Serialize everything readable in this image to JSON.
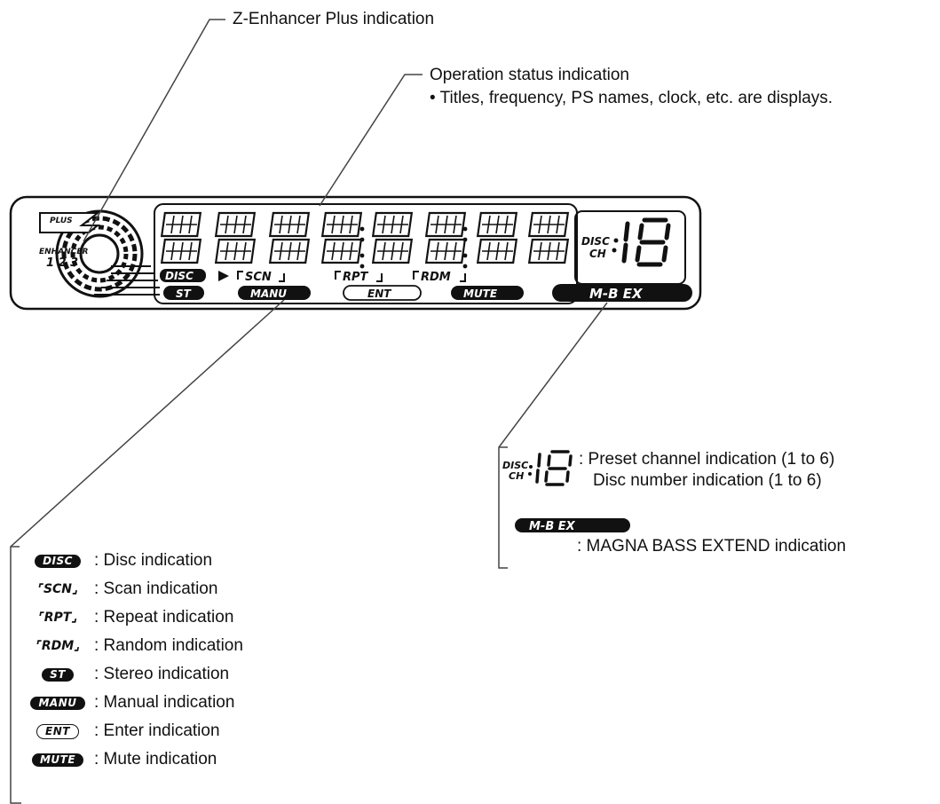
{
  "callouts": {
    "z_enhancer": "Z-Enhancer Plus indication",
    "operation_status": "Operation status indication",
    "operation_note": "• Titles, frequency, PS names, clock, etc. are displays."
  },
  "display": {
    "disc_label": "DISC",
    "scn_label": "SCN",
    "rpt_label": "RPT",
    "rdm_label": "RDM",
    "st_label": "ST",
    "manu_label": "MANU",
    "ent_label": "ENT",
    "mute_label": "MUTE",
    "mbex_label": "M-B EX",
    "disc_ch_top": "DISC",
    "disc_ch_bottom": "CH",
    "enhancer_plus": "PLUS",
    "enhancer_word": "ENHANCER",
    "enhancer_num": "1 2 3"
  },
  "right_legend": {
    "preset_text": ": Preset channel indication (1 to 6)",
    "disc_number_text": "Disc number indication (1 to 6)",
    "mbex_text": ": MAGNA BASS EXTEND indication"
  },
  "left_legend": [
    {
      "icon": "DISC",
      "text": ": Disc indication"
    },
    {
      "icon": "SCN",
      "text": ": Scan indication"
    },
    {
      "icon": "RPT",
      "text": ": Repeat indication"
    },
    {
      "icon": "RDM",
      "text": ": Random indication"
    },
    {
      "icon": "ST",
      "text": ": Stereo indication"
    },
    {
      "icon": "MANU",
      "text": ": Manual indication"
    },
    {
      "icon": "ENT",
      "text": ": Enter indication"
    },
    {
      "icon": "MUTE",
      "text": ": Mute indication"
    }
  ]
}
